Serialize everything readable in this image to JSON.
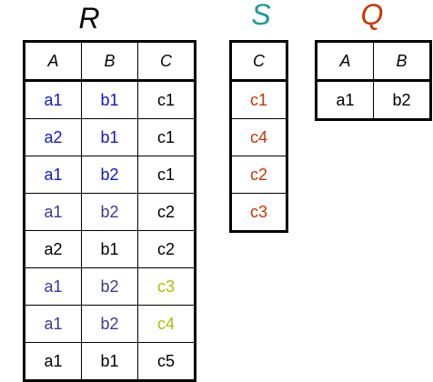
{
  "relations": [
    {
      "id": "r",
      "name": "R",
      "name_color": "#000000",
      "headers": [
        "A",
        "B",
        "C"
      ],
      "rows": [
        [
          {
            "v": "a1",
            "c": "#1515cc"
          },
          {
            "v": "b1",
            "c": "#1515cc"
          },
          {
            "v": "c1",
            "c": "#000000"
          }
        ],
        [
          {
            "v": "a2",
            "c": "#1515cc"
          },
          {
            "v": "b1",
            "c": "#1515cc"
          },
          {
            "v": "c1",
            "c": "#000000"
          }
        ],
        [
          {
            "v": "a1",
            "c": "#1515cc"
          },
          {
            "v": "b2",
            "c": "#1515cc"
          },
          {
            "v": "c1",
            "c": "#000000"
          }
        ],
        [
          {
            "v": "a1",
            "c": "#3a3a9a"
          },
          {
            "v": "b2",
            "c": "#3a3a9a"
          },
          {
            "v": "c2",
            "c": "#000000"
          }
        ],
        [
          {
            "v": "a2",
            "c": "#000000"
          },
          {
            "v": "b1",
            "c": "#000000"
          },
          {
            "v": "c2",
            "c": "#000000"
          }
        ],
        [
          {
            "v": "a1",
            "c": "#3a3a9a"
          },
          {
            "v": "b2",
            "c": "#3a3a9a"
          },
          {
            "v": "c3",
            "c": "#a3c400"
          }
        ],
        [
          {
            "v": "a1",
            "c": "#3a3a9a"
          },
          {
            "v": "b2",
            "c": "#3a3a9a"
          },
          {
            "v": "c4",
            "c": "#a3c400"
          }
        ],
        [
          {
            "v": "a1",
            "c": "#000000"
          },
          {
            "v": "b1",
            "c": "#000000"
          },
          {
            "v": "c5",
            "c": "#000000"
          }
        ]
      ]
    },
    {
      "id": "s",
      "name": "S",
      "name_color": "#1a9a9a",
      "headers": [
        "C"
      ],
      "rows": [
        [
          {
            "v": "c1",
            "c": "#cc3300"
          }
        ],
        [
          {
            "v": "c4",
            "c": "#cc3300"
          }
        ],
        [
          {
            "v": "c2",
            "c": "#cc3300"
          }
        ],
        [
          {
            "v": "c3",
            "c": "#cc3300"
          }
        ]
      ]
    },
    {
      "id": "q",
      "name": "Q",
      "name_color": "#cc3300",
      "headers": [
        "A",
        "B"
      ],
      "rows": [
        [
          {
            "v": "a1",
            "c": "#000000"
          },
          {
            "v": "b2",
            "c": "#000000"
          }
        ]
      ]
    }
  ]
}
